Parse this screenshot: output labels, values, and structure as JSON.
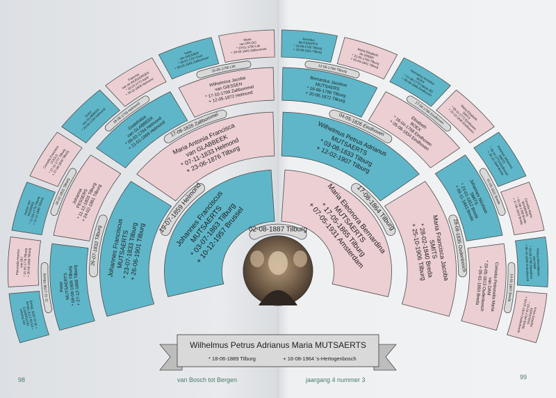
{
  "colors": {
    "male": "#5fb6c9",
    "female": "#eccfd3",
    "label": "#d9d9d9",
    "outline": "#4a4a4a",
    "text": "#1e1e1e"
  },
  "subject": {
    "name": "Wilhelmus Petrus Adrianus Maria MUTSAERTS",
    "birth": "* 18-06-1889 Tilburg",
    "death": "+ 16-08-1964 's-Hertogenbosch"
  },
  "persons": [
    {
      "gen": 1,
      "sex": "m",
      "lines": [
        "Johannes Franciscus",
        "MUTSAERTS",
        "* 03-07-1863 Tilburg",
        "+ 10-12-1957 Brussel"
      ]
    },
    {
      "gen": 1,
      "sex": "f",
      "lines": [
        "Maria Eleonora Bernardina",
        "MUTSAERTS",
        "* 17-05-1865 Tilburg",
        "+ 07-05-1931 Amsterdam"
      ]
    },
    {
      "gen": 2,
      "sex": "m",
      "lines": [
        "Johannes Franciscus",
        "MUTSAERTS",
        "* 23-07-1833 Tilburg",
        "+ 26-06-1901 Tilburg"
      ]
    },
    {
      "gen": 2,
      "sex": "f",
      "lines": [
        "Maria Antonia Francisca",
        "van GLABBEEK",
        "* 07-11-1833 Helmond",
        "+ 23-06-1876 Tilburg"
      ]
    },
    {
      "gen": 2,
      "sex": "m",
      "lines": [
        "Wilhelmus Petrus Adrianus",
        "MUTSAERTS",
        "* 03-08-1833 Tilburg",
        "+ 12-02-1907 Tilburg"
      ]
    },
    {
      "gen": 2,
      "sex": "f",
      "lines": [
        "Maria Francisca Jacoba",
        "SMITS",
        "* 28-02-1840 Breda",
        "+ 25-10-1906 Tilburg"
      ]
    },
    {
      "gen": 3,
      "sex": "m",
      "lines": [
        "Peter",
        "MUTSAERTS",
        "* 08-08-1806 Tilburg",
        "+ 27-12-1868 Tilburg"
      ]
    },
    {
      "gen": 3,
      "sex": "f",
      "lines": [
        "Johanna",
        "PESSERS",
        "* 11-12-1803 Tilburg",
        "+ 24-02-1861 Tilburg"
      ]
    },
    {
      "gen": 3,
      "sex": "m",
      "lines": [
        "Godefridus",
        "van GLABBEEK",
        "* 09-02-1794 Helmond",
        "+ 21-01-1869 Helmond"
      ]
    },
    {
      "gen": 3,
      "sex": "f",
      "lines": [
        "Wilhelmina Jacoba",
        "van GIESSEN",
        "* 17-10-1799 Zaltbommel",
        "+ 12-05-1872 Helmond"
      ]
    },
    {
      "gen": 3,
      "sex": "m",
      "lines": [
        "Bernardus Jacobus",
        "MUTSAERS",
        "* 16-06-1795 Tilburg",
        "+ 20-06-1872 Tilburg"
      ]
    },
    {
      "gen": 3,
      "sex": "f",
      "lines": [
        "Elisabeth",
        "BOEX",
        "* 16-04-1798 Eindhoven",
        "+ 05-08-1834 Eindhoven"
      ]
    },
    {
      "gen": 3,
      "sex": "m",
      "lines": [
        "Johannes Nicolaas",
        "SMITS",
        "* 23-01-1812 Breda",
        "+ 09-11-1843 Breda"
      ]
    },
    {
      "gen": 3,
      "sex": "f",
      "lines": [
        "Cornelia Petronella Maria",
        "van DAM",
        "* 20-05-1813 Oudenbosch",
        "+ 05-01-1893 Breda"
      ]
    },
    {
      "gen": 4,
      "sex": "m",
      "lines": [
        "Jan Norbert",
        "MUTSAERTS",
        "* 03-03-1776 Tilburg",
        "+ 30-11-1831 Tilburg"
      ]
    },
    {
      "gen": 4,
      "sex": "f",
      "lines": [
        "Petronella Henrica",
        "van OIJ",
        "* 31-05-1776 Tilburg",
        "+ 30-06-1856 Tilburg"
      ]
    },
    {
      "gen": 4,
      "sex": "m",
      "lines": [
        "Hubert Jan",
        "PESSERS",
        "* 17-03-1776 Tilburg",
        "+ 11-11-1846 Tilburg"
      ]
    },
    {
      "gen": 4,
      "sex": "f",
      "lines": [
        "Cornelia Francisca",
        "COOLS",
        "* 27-11-1777 Tilburg",
        "+ 27-08-1846 Tilburg"
      ]
    },
    {
      "gen": 4,
      "sex": "m",
      "lines": [
        "Goort",
        "van GLABBEEK",
        "* 23-06-1794 Helmond"
      ]
    },
    {
      "gen": 4,
      "sex": "f",
      "lines": [
        "Francina",
        "van de WIJGAERDEN",
        "* 16-03-1772 Aarle",
        "+ 30-11-1809 Helmond"
      ]
    },
    {
      "gen": 4,
      "sex": "m",
      "lines": [
        "Isaac",
        "van GIESSEN",
        "* 06-01-1767 Driel",
        "+ 09-05-1843 Zaltbommel"
      ]
    },
    {
      "gen": 4,
      "sex": "f",
      "lines": [
        "Maria",
        "van OPLOO",
        "* 13-01-1760 Lith",
        "+ 30-06-1842 Zaltbommel"
      ]
    },
    {
      "gen": 4,
      "sex": "m",
      "lines": [
        "Arnoldus",
        "MUTSAERTS",
        "* 18-09-1745 Tilburg",
        "+ 23-09-1811 Tilburg"
      ]
    },
    {
      "gen": 4,
      "sex": "f",
      "lines": [
        "Maria Elisabeth",
        "de GREEF",
        "* 21-05-1759 Tilburg",
        "+ 02-04-1841 Tilburg"
      ]
    },
    {
      "gen": 4,
      "sex": "m",
      "lines": [
        "Hermanus Arnoldus",
        "BOEX",
        "* 27-08-1770 Hasse (B)",
        "+ 09-06-1846 Eindhoven"
      ]
    },
    {
      "gen": 4,
      "sex": "f",
      "lines": [
        "Maria Elisabeth",
        "SMITS",
        "* 05-11-1772 Eindhoven",
        "+ 22-12-1845 Eindhoven"
      ]
    },
    {
      "gen": 4,
      "sex": "m",
      "lines": [
        "Antonius Johannes",
        "SMITS",
        "* 28-10-1774 Eindhoven",
        "+ 26-10-1844 Breda"
      ]
    },
    {
      "gen": 4,
      "sex": "f",
      "lines": [
        "Cornelia Maria",
        "BOSMANS",
        "* 31-08-1788 Breda",
        "+ 17-05-1819 Breda"
      ]
    },
    {
      "gen": 4,
      "sex": "m",
      "lines": [
        "Petrus Marcellianus",
        "van DAM",
        "* 03-06-1780 Maasbree",
        "+ 06-10-1848 Oudenbosch"
      ]
    },
    {
      "gen": 4,
      "sex": "f",
      "lines": [
        "Anna Josepha",
        "KERSTENS",
        "* 23-04-1784 Breda",
        "+ 03-07-1814 Oudenbosch"
      ]
    }
  ],
  "marriages": [
    {
      "gen": 1,
      "couple": 0,
      "text": "02-08-1887 Tilburg"
    },
    {
      "gen": 2,
      "couple": 0,
      "text": "19-07-1859 Helmond"
    },
    {
      "gen": 2,
      "couple": 1,
      "text": "17-08-1864 Tilburg"
    },
    {
      "gen": 3,
      "couple": 0,
      "text": "26-07-1832 Tilburg"
    },
    {
      "gen": 3,
      "couple": 1,
      "text": "17-08-1826 Zaltbommel"
    },
    {
      "gen": 3,
      "couple": 2,
      "text": "04-05-1826 Eindhoven"
    },
    {
      "gen": 3,
      "couple": 3,
      "text": "28-08-1835 Oudenbosch"
    },
    {
      "gen": 4,
      "couple": 0,
      "text": "11-11-1798 Tilburg"
    },
    {
      "gen": 4,
      "couple": 1,
      "text": "16-02-1801 Tilburg"
    },
    {
      "gen": 4,
      "couple": 2,
      "text": "18-08-1793 Helmond"
    },
    {
      "gen": 4,
      "couple": 3,
      "text": "16-05-1790 Lith"
    },
    {
      "gen": 4,
      "couple": 4,
      "text": "12-05-1794 Tilburg"
    },
    {
      "gen": 4,
      "couple": 5,
      "text": "17-04-1796 Eindhoven"
    },
    {
      "gen": 4,
      "couple": 6,
      "text": "01-05-1811 Breda"
    },
    {
      "gen": 4,
      "couple": 7,
      "text": "14-05-1807 Breda"
    }
  ],
  "footer": {
    "page_left": "98",
    "title": "van Bosch tot Bergen",
    "issue": "jaargang 4 nummer 3",
    "page_right": "99"
  }
}
